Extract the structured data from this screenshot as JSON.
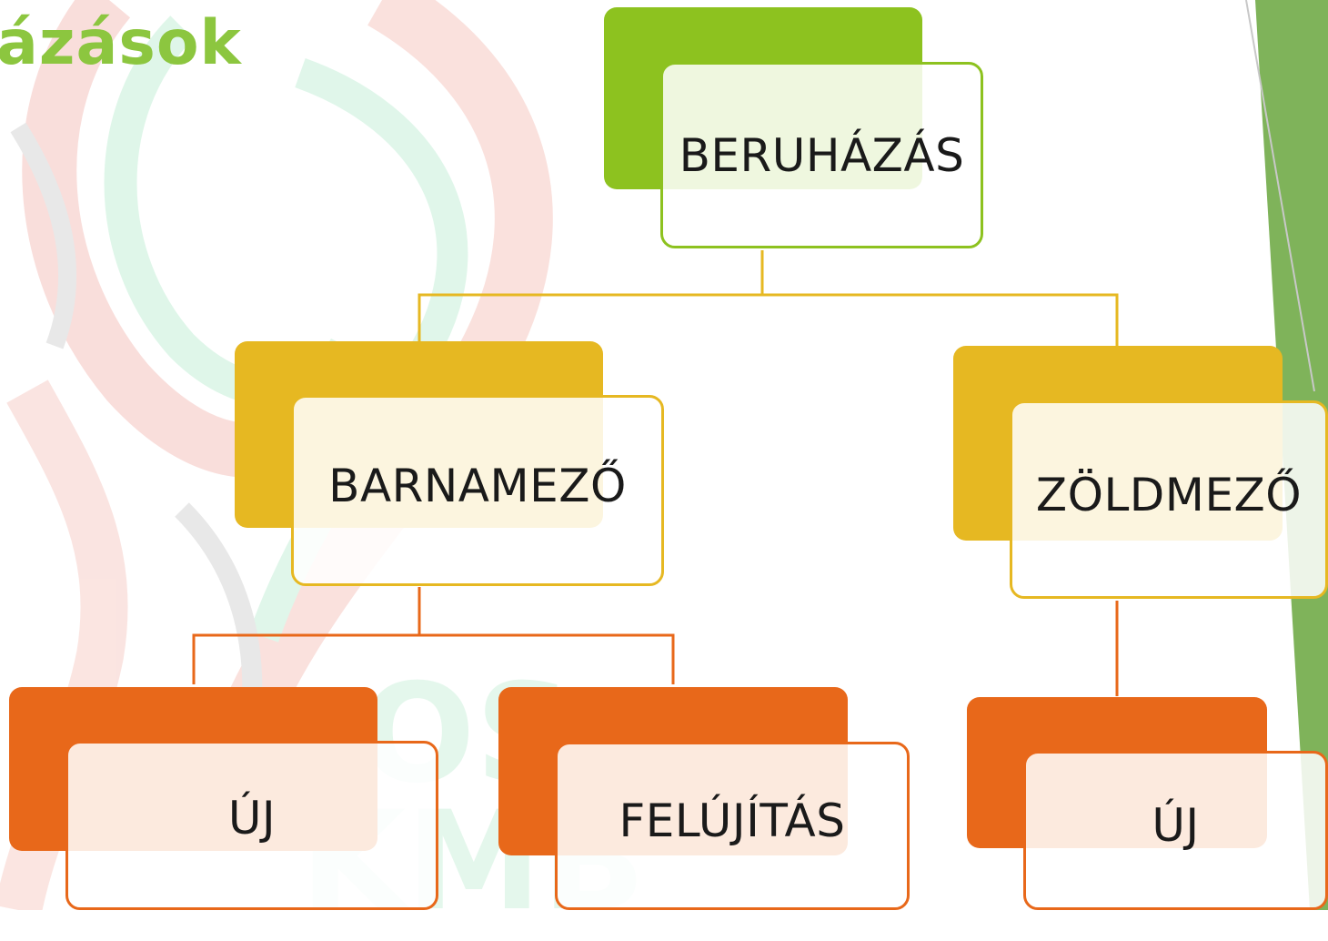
{
  "title": "ázások",
  "colors": {
    "root": "#8dc21f",
    "level1": "#e6b822",
    "level2": "#e8681a",
    "title": "#8cc63f",
    "right_band": "#6aa84f"
  },
  "watermark": {
    "letters_top": "OS",
    "letters_bottom": "KMB"
  },
  "diagram": {
    "root": {
      "label": "BERUHÁZÁS"
    },
    "level1": [
      {
        "label": "BARNAMEZŐ"
      },
      {
        "label": "ZÖLDMEZŐ"
      }
    ],
    "level2": [
      {
        "label": "ÚJ"
      },
      {
        "label": "FELÚJÍTÁS"
      },
      {
        "label": "ÚJ"
      }
    ]
  }
}
